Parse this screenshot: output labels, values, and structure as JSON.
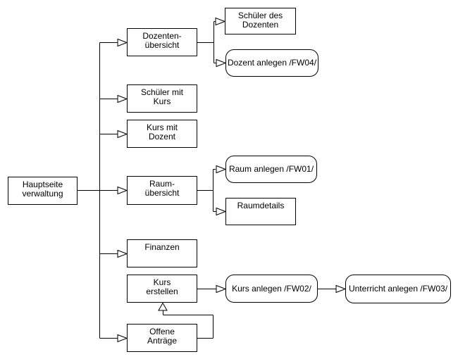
{
  "colors": {
    "background": "#ffffff",
    "node_fill": "#ffffff",
    "stroke": "#000000",
    "text": "#000000"
  },
  "diagram": {
    "nodes": [
      {
        "id": "hauptseite-verwaltung",
        "label": "Hauptseite\nverwaltung",
        "shape": "rect"
      },
      {
        "id": "dozenten-uebersicht",
        "label": "Dozenten-\nübersicht",
        "shape": "rect"
      },
      {
        "id": "schueler-des-dozenten",
        "label": "Schüler des\nDozenten",
        "shape": "rect"
      },
      {
        "id": "dozent-anlegen",
        "label": "Dozent anlegen /FW04/",
        "shape": "rounded"
      },
      {
        "id": "schueler-mit-kurs",
        "label": "Schüler mit\nKurs",
        "shape": "rect"
      },
      {
        "id": "kurs-mit-dozent",
        "label": "Kurs mit\nDozent",
        "shape": "rect"
      },
      {
        "id": "raum-uebersicht",
        "label": "Raum-\nübersicht",
        "shape": "rect"
      },
      {
        "id": "raum-anlegen",
        "label": "Raum anlegen /FW01/",
        "shape": "rounded"
      },
      {
        "id": "raumdetails",
        "label": "Raumdetails",
        "shape": "rect"
      },
      {
        "id": "finanzen",
        "label": "Finanzen",
        "shape": "rect"
      },
      {
        "id": "kurs-erstellen",
        "label": "Kurs\nerstellen",
        "shape": "rect"
      },
      {
        "id": "kurs-anlegen",
        "label": "Kurs anlegen /FW02/",
        "shape": "rounded"
      },
      {
        "id": "unterricht-anlegen",
        "label": "Unterricht anlegen /FW03/",
        "shape": "rounded"
      },
      {
        "id": "offene-antraege",
        "label": "Offene\nAnträge",
        "shape": "rect"
      }
    ],
    "edges": [
      {
        "from": "hauptseite-verwaltung",
        "to": "dozenten-uebersicht"
      },
      {
        "from": "hauptseite-verwaltung",
        "to": "schueler-mit-kurs"
      },
      {
        "from": "hauptseite-verwaltung",
        "to": "kurs-mit-dozent"
      },
      {
        "from": "hauptseite-verwaltung",
        "to": "raum-uebersicht"
      },
      {
        "from": "hauptseite-verwaltung",
        "to": "finanzen"
      },
      {
        "from": "hauptseite-verwaltung",
        "to": "offene-antraege"
      },
      {
        "from": "dozenten-uebersicht",
        "to": "schueler-des-dozenten"
      },
      {
        "from": "dozenten-uebersicht",
        "to": "dozent-anlegen"
      },
      {
        "from": "raum-uebersicht",
        "to": "raum-anlegen"
      },
      {
        "from": "raum-uebersicht",
        "to": "raumdetails"
      },
      {
        "from": "kurs-erstellen",
        "to": "kurs-anlegen"
      },
      {
        "from": "kurs-anlegen",
        "to": "unterricht-anlegen"
      },
      {
        "from": "offene-antraege",
        "to": "kurs-erstellen"
      }
    ]
  }
}
